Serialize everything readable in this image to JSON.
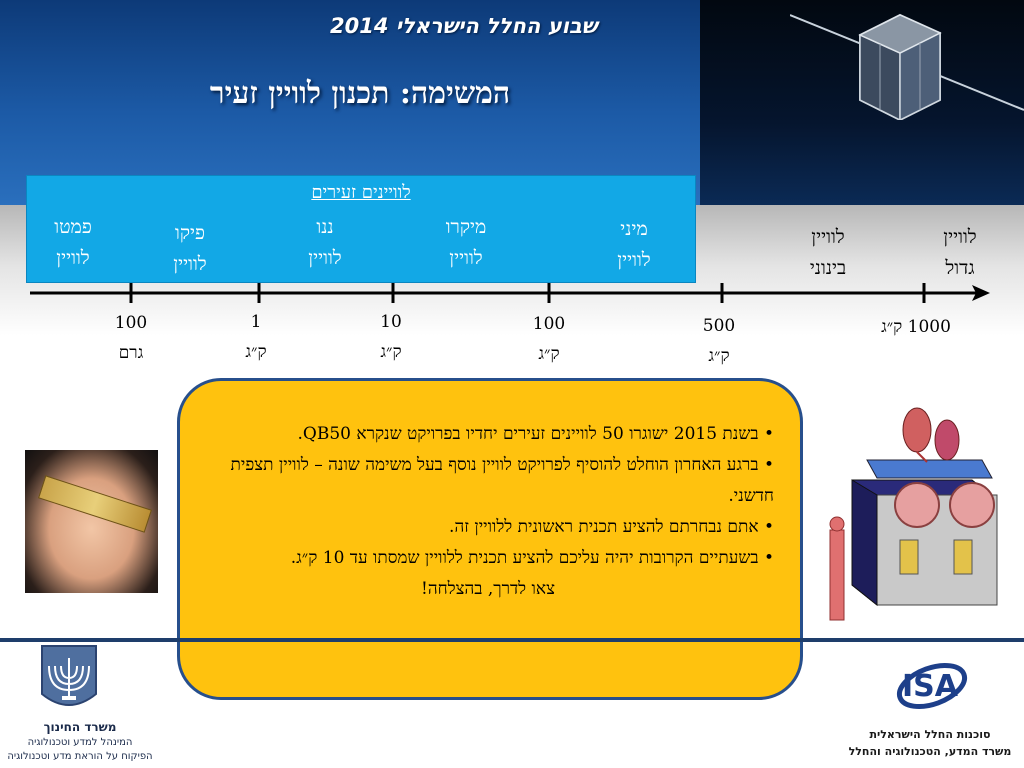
{
  "header": {
    "week_title": "שבוע החלל הישראלי 2014",
    "main_title": "המשימה: תכנון לוויין זעיר"
  },
  "small_sats_label": "לוויינים זעירים",
  "classes": [
    {
      "label": "פמטו\nלוויין"
    },
    {
      "label": "פיקו\nלוויין"
    },
    {
      "label": "ננו\nלוויין"
    },
    {
      "label": "מיקרו\nלוויין"
    },
    {
      "label": "מיני\nלוויין"
    },
    {
      "label": "לוויין\nבינוני"
    },
    {
      "label": "לוויין\nגדול"
    }
  ],
  "ticks": [
    {
      "label": "100\nגרם"
    },
    {
      "label": "1\nק״ג"
    },
    {
      "label": "10\nק״ג"
    },
    {
      "label": "100\nק״ג"
    },
    {
      "label": "500\nק״ג"
    },
    {
      "label": "1000 ק״ג"
    }
  ],
  "info": {
    "bullets": [
      "• בשנת 2015 ישוגרו 50 לוויינים זעירים יחדיו בפרויקט שנקרא QB50.",
      "• ברגע האחרון הוחלט להוסיף לפרויקט לוויין נוסף בעל משימה שונה – לוויין תצפית חדשני.",
      "• אתם נבחרתם להציע תכנית ראשונית ללוויין זה.",
      "• בשעתיים הקרובות יהיה עליכם להציע תכנית ללוויין שמסתו עד 10 ק״ג."
    ],
    "closing": "צאו לדרך, בהצלחה!"
  },
  "footer": {
    "ministry": {
      "name": "משרד החינוך",
      "line2": "המינהל למדע וטכנולוגיה",
      "line3": "הפיקוח על הוראת מדע וטכנולוגיה"
    },
    "isa": {
      "logo_text": "ISA",
      "line1": "סוכנות החלל הישראלית",
      "line2": "משרד המדע, הטכנולוגיה והחלל"
    }
  },
  "colors": {
    "header_blue": "#1c5aa6",
    "box_blue": "#12a8e6",
    "info_yellow": "#ffc20e",
    "info_border": "#274f8c"
  },
  "icons": [
    "cubesat-image",
    "hand-satellite-photo",
    "spacecraft-model-image",
    "menorah-emblem-icon",
    "isa-logo-icon"
  ]
}
